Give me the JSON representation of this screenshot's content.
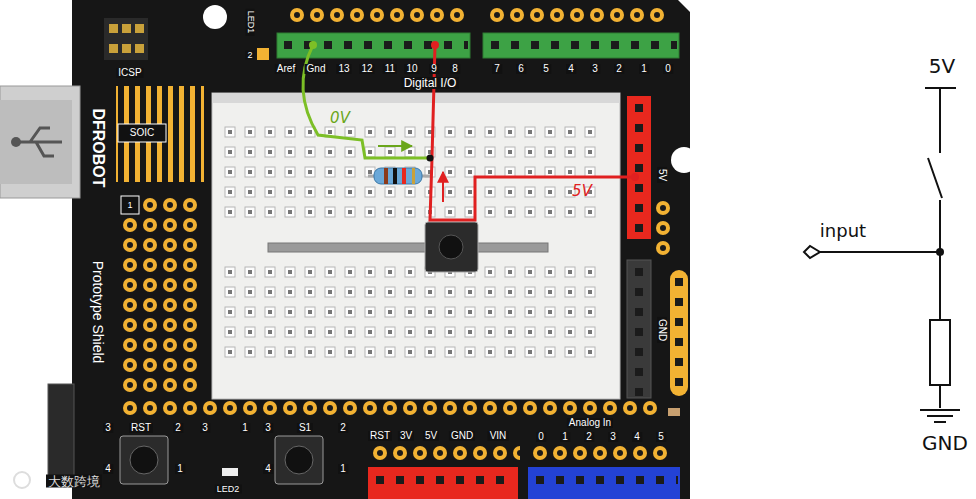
{
  "diagram": {
    "nodes": [
      {
        "text": [
          "DFROBOT",
          "Prototype Shield"
        ]
      }
    ],
    "labels": [
      "ICSP",
      "LED1",
      "2",
      "Aref",
      "Gnd",
      "13",
      "12",
      "11",
      "10",
      "9",
      "8",
      "7",
      "6",
      "5",
      "4",
      "3",
      "2",
      "1",
      "0",
      "Digital I/O",
      "SOIC",
      "1",
      "5V",
      "GND",
      "0V",
      "5V",
      "3",
      "RST",
      "2",
      "3",
      "1",
      "3",
      "S1",
      "2",
      "4",
      "1",
      "4",
      "1",
      "LED2",
      "RST",
      "3V",
      "5V",
      "GND",
      "VIN",
      "Analog In",
      "0",
      "1",
      "2",
      "3",
      "4",
      "5",
      "5V",
      "input",
      "GND",
      "大数跨境"
    ]
  }
}
